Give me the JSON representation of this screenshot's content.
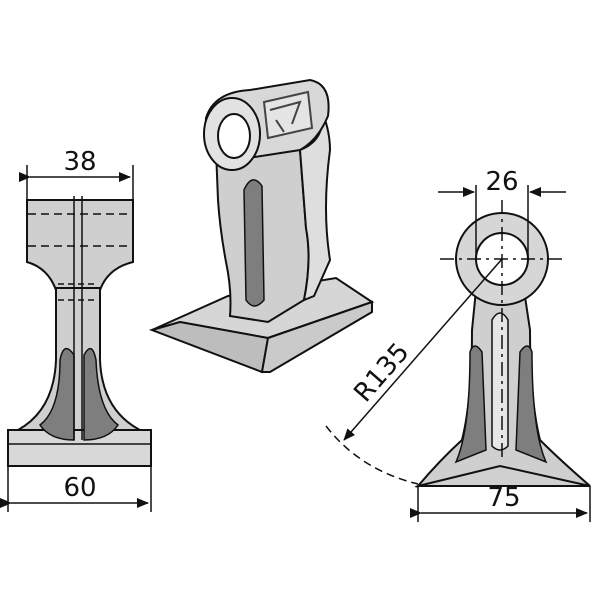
{
  "colors": {
    "body": "#cfcfcf",
    "body_light": "#dedede",
    "shadow": "#7e7e7e",
    "line": "#111111",
    "background": "#ffffff"
  },
  "dimensions": {
    "top_width": "38",
    "base_width": "60",
    "hole_diameter": "26",
    "foot_width": "75",
    "radius": "R135"
  }
}
